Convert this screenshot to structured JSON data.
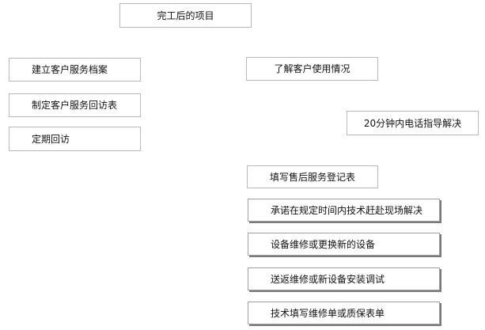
{
  "diagram": {
    "title": "完工后的项目",
    "left_column": [
      "建立客户服务档案",
      "制定客户服务回访表",
      "定期回访"
    ],
    "right_column": {
      "understand": "了解客户使用情况",
      "phone": "20分钟内电话指导解决",
      "register": "填写售后服务登记表",
      "steps": [
        "承诺在规定时间内技术赶赴现场解决",
        "设备维修或更换新的设备",
        "送返维修或新设备安装调试",
        "技术填写维修单或质保表单"
      ]
    }
  }
}
